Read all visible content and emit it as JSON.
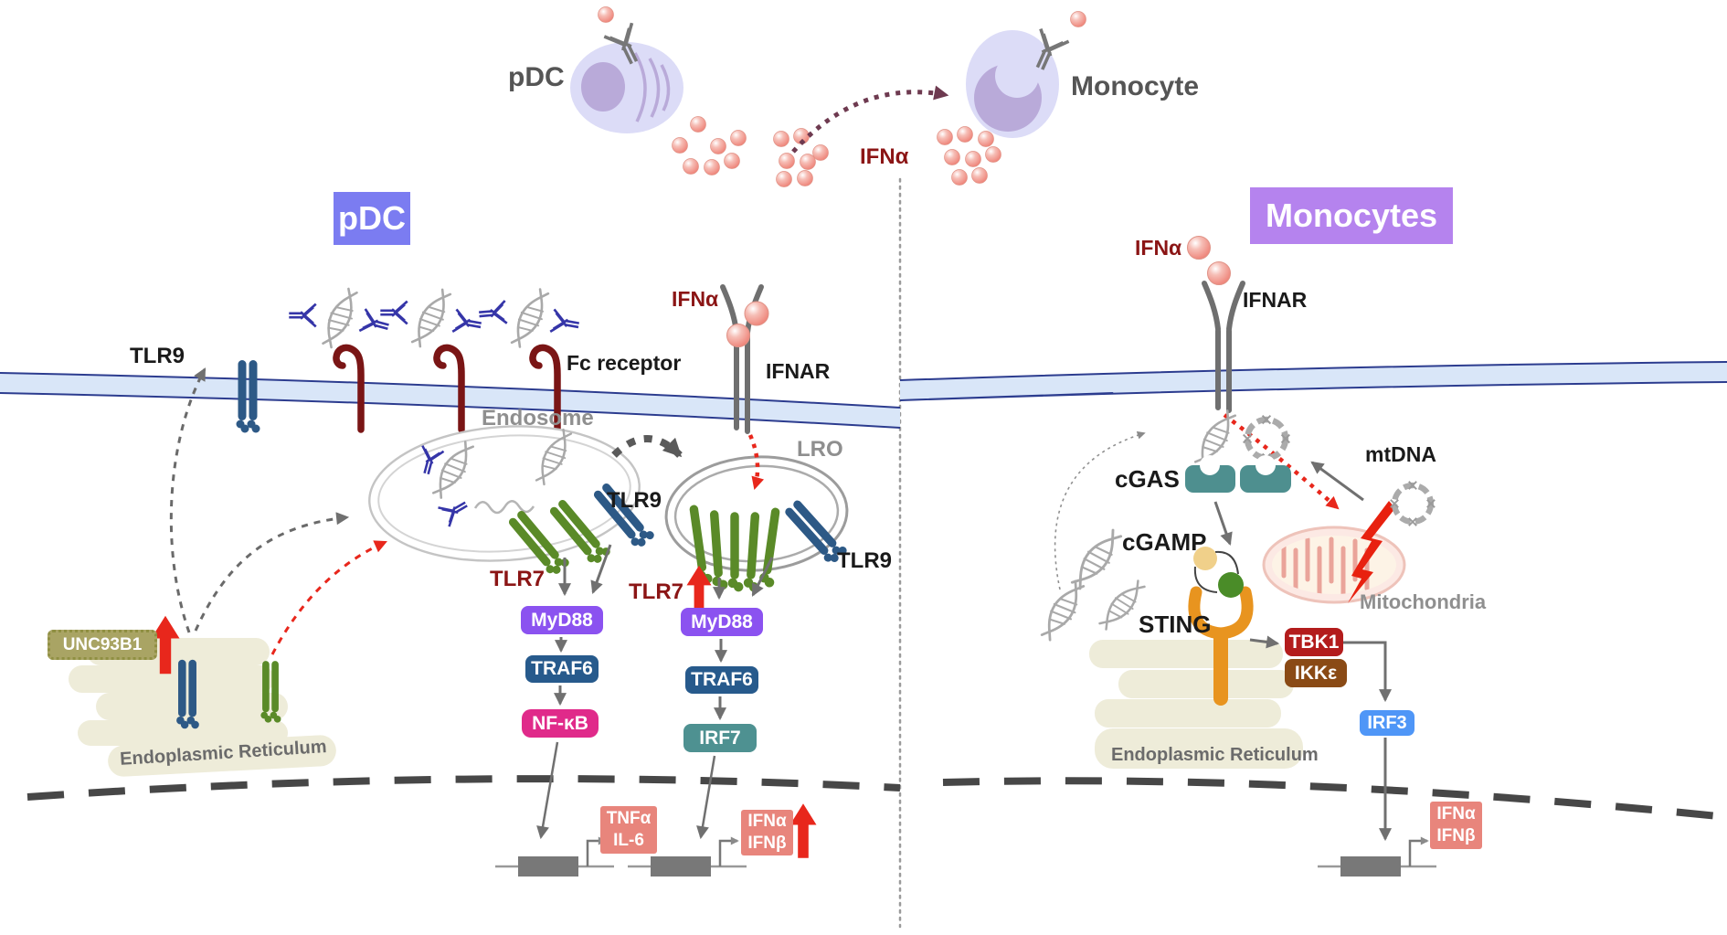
{
  "figure": {
    "top": {
      "pdc_cell_label": "pDC",
      "monocyte_cell_label": "Monocyte",
      "ifn_alpha_label": "IFNα"
    },
    "headers": {
      "left": "pDC",
      "right": "Monocytes"
    },
    "pdc_panel": {
      "tlr9_membrane": "TLR9",
      "fc_receptor": "Fc receptor",
      "ifn_alpha": "IFNα",
      "ifnar": "IFNAR",
      "endosome": "Endosome",
      "lro": "LRO",
      "tlr7_endosome": "TLR7",
      "tlr9_endosome": "TLR9",
      "tlr7_lro": "TLR7",
      "tlr9_lro": "TLR9",
      "unc93b1": "UNC93B1",
      "er": "Endoplasmic Reticulum",
      "cascade_nfkb": [
        "MyD88",
        "TRAF6",
        "NF-κB"
      ],
      "cascade_irf7": [
        "MyD88",
        "TRAF6",
        "IRF7"
      ],
      "cytokines_nfkb": [
        "TNFα",
        "IL-6"
      ],
      "cytokines_irf7": [
        "IFNα",
        "IFNβ"
      ]
    },
    "monocyte_panel": {
      "ifn_alpha": "IFNα",
      "ifnar": "IFNAR",
      "mtdna": "mtDNA",
      "cgas": "cGAS",
      "cgamp": "cGAMP",
      "sting": "STING",
      "mitochondria": "Mitochondria",
      "tbk1": "TBK1",
      "ikk_epsilon": "IKKε",
      "irf3": "IRF3",
      "er": "Endoplasmic Reticulum",
      "cytokines": [
        "IFNα",
        "IFNβ"
      ]
    },
    "icons": {
      "up-arrow-icon": "red upward arrow (increase)",
      "lightning-icon": "red lightning bolt (mitochondrial stress)",
      "dna-icon": "gray DNA double helix",
      "circular-dna-icon": "gray circular mtDNA ring",
      "antibody-icon": "purple Y antibody",
      "ifn-particle-icon": "pink interferon sphere"
    },
    "colors": {
      "pdc_header": "#7b7cf1",
      "monocytes_header": "#b583ee",
      "membrane_fill": "#d9e6f8",
      "membrane_edge": "#2c3c8f",
      "tlr7_green": "#5a8a28",
      "tlr9_blue": "#2d5986",
      "fc_dark_red": "#7a1515",
      "myd88": "#8b52f0",
      "traf6": "#275a8c",
      "nfkb": "#e02a8a",
      "irf7": "#4e9191",
      "tbk1": "#b31c1c",
      "ikk_epsilon": "#8a4a15",
      "irf3": "#4f96f7",
      "cytokine_box": "#e8857c",
      "ifn_text_red": "#8b1515",
      "sting_orange": "#e8941f",
      "cgas_teal": "#4e8f8f",
      "unc93b1_olive": "#a9a464",
      "cell_fill": "#dcdcf7",
      "nucleus_fill": "#b9aad9",
      "er_beige": "#eeecd9"
    }
  }
}
